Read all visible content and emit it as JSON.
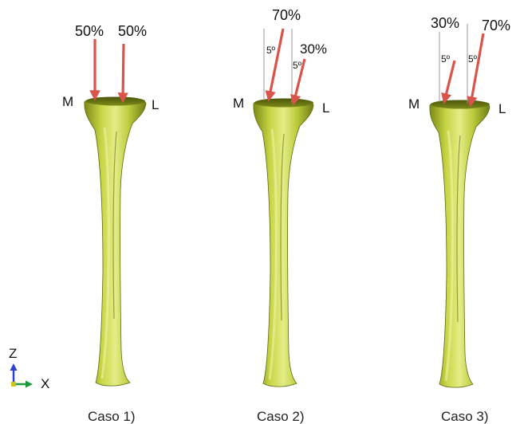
{
  "colors": {
    "bone": "#c8d645",
    "bone_highlight": "#e6ee8a",
    "bone_shadow": "#6f7d14",
    "bone_dark": "#3f4a08",
    "arrow": "#d9554b",
    "guide_line": "#9a9a9a",
    "axis_z": "#2b3fd6",
    "axis_x": "#1f9a3a",
    "axis_origin": "#d4c21a"
  },
  "cases": [
    {
      "caption": "Caso 1)",
      "medial_label": "M",
      "lateral_label": "L",
      "loads": [
        {
          "percent": "50%",
          "angle_label": ""
        },
        {
          "percent": "50%",
          "angle_label": ""
        }
      ]
    },
    {
      "caption": "Caso 2)",
      "medial_label": "M",
      "lateral_label": "L",
      "loads": [
        {
          "percent": "70%",
          "angle_label": "5º"
        },
        {
          "percent": "30%",
          "angle_label": "5º"
        }
      ]
    },
    {
      "caption": "Caso 3)",
      "medial_label": "M",
      "lateral_label": "L",
      "loads": [
        {
          "percent": "30%",
          "angle_label": "5º"
        },
        {
          "percent": "70%",
          "angle_label": "5º"
        }
      ]
    }
  ],
  "axes": {
    "vertical_label": "Z",
    "horizontal_label": "X"
  }
}
